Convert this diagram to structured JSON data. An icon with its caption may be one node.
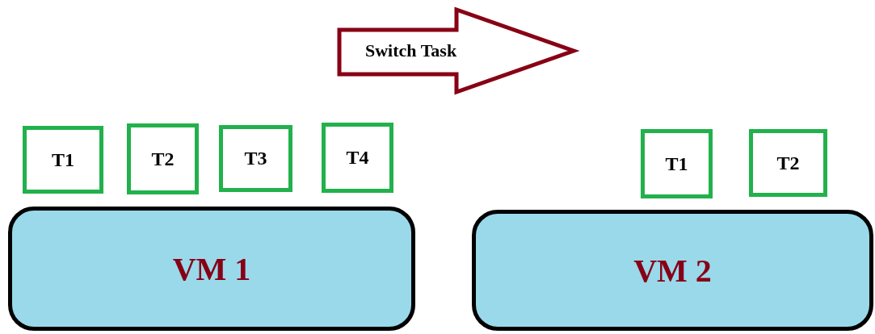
{
  "diagram": {
    "nodes": [
      {
        "text": [
          "Switch Task"
        ]
      },
      {
        "text": [
          "T1"
        ]
      },
      {
        "text": [
          "T2"
        ]
      },
      {
        "text": [
          "T3"
        ]
      },
      {
        "text": [
          "T4"
        ]
      },
      {
        "text": [
          "T1"
        ]
      },
      {
        "text": [
          "T2"
        ]
      },
      {
        "text": [
          "VM 1"
        ]
      },
      {
        "text": [
          "VM 2"
        ]
      }
    ]
  }
}
